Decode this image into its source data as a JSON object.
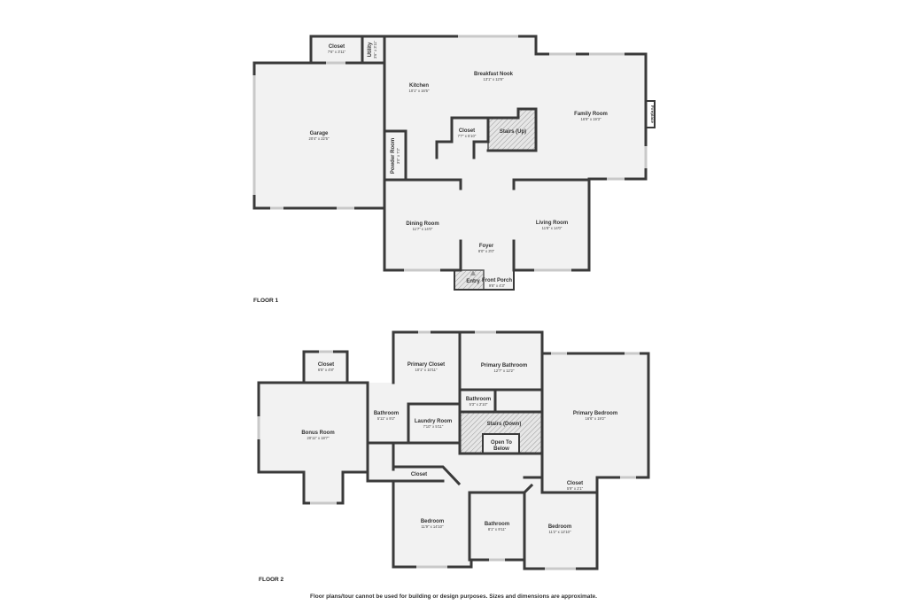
{
  "floors": [
    {
      "label": "FLOOR 1"
    },
    {
      "label": "FLOOR 2"
    }
  ],
  "rooms": {
    "closet_f1": {
      "name": "Closet",
      "dims": "7'6\" x 3'11\""
    },
    "utility": {
      "name": "Utility",
      "dims": "3'6\" x 3'11\""
    },
    "garage": {
      "name": "Garage",
      "dims": "20'4\" x 22'5\""
    },
    "kitchen": {
      "name": "Kitchen",
      "dims": "10'1\" x 16'5\""
    },
    "breakfast_nook": {
      "name": "Breakfast Nook",
      "dims": "13'1\" x 12'8\""
    },
    "family_room": {
      "name": "Family Room",
      "dims": "16'9\" x 19'3\""
    },
    "fireplace": {
      "name": "Fireplace"
    },
    "closet_kitchen": {
      "name": "Closet",
      "dims": "7'7\" x 5'10\""
    },
    "stairs_up": {
      "name": "Stairs (Up)"
    },
    "powder_room": {
      "name": "Powder Room",
      "dims": "3'0\" x 7'2\""
    },
    "dining_room": {
      "name": "Dining Room",
      "dims": "11'7\" x 14'0\""
    },
    "living_room": {
      "name": "Living Room",
      "dims": "11'8\" x 14'0\""
    },
    "foyer": {
      "name": "Foyer",
      "dims": "8'0\" x 3'0\""
    },
    "entry": {
      "name": "Entry"
    },
    "front_porch": {
      "name": "Front Porch",
      "dims": "9'8\" x 4'3\""
    },
    "closet_bonus": {
      "name": "Closet",
      "dims": "6'5\" x 4'8\""
    },
    "bonus_room": {
      "name": "Bonus Room",
      "dims": "20'11\" x 18'7\""
    },
    "primary_closet": {
      "name": "Primary Closet",
      "dims": "10'1\" x 10'11\""
    },
    "primary_bathroom": {
      "name": "Primary Bathroom",
      "dims": "12'7\" x 12'2\""
    },
    "bathroom_small": {
      "name": "Bathroom",
      "dims": "5'3\" x 2'10\""
    },
    "bathroom_mid": {
      "name": "Bathroom",
      "dims": "5'11\" x 9'2\""
    },
    "laundry_room": {
      "name": "Laundry Room",
      "dims": "7'10\" x 5'11\""
    },
    "stairs_down": {
      "name": "Stairs (Down)"
    },
    "open_to_below_1": {
      "name": "Open To"
    },
    "open_to_below_2": {
      "name": "Below"
    },
    "primary_bedroom": {
      "name": "Primary Bedroom",
      "dims": "16'6\" x 19'2\""
    },
    "closet_hall": {
      "name": "Closet"
    },
    "closet_primary2": {
      "name": "Closet",
      "dims": "5'9\" x 2'1\""
    },
    "bedroom_left": {
      "name": "Bedroom",
      "dims": "11'9\" x 14'10\""
    },
    "bathroom_bottom": {
      "name": "Bathroom",
      "dims": "8'1\" x 9'11\""
    },
    "bedroom_right": {
      "name": "Bedroom",
      "dims": "11'2\" x 12'10\""
    }
  },
  "disclaimer": "Floor plans/tour cannot be used for building or design purposes. Sizes and dimensions are approximate."
}
